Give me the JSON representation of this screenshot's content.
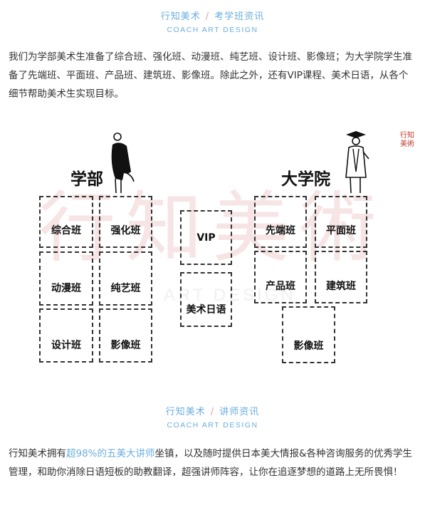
{
  "section1": {
    "brand": "行知美术",
    "separator": "/",
    "title": "考学班资讯",
    "subtitle": "COACH ART DESIGN"
  },
  "intro": "我们为学部美术生准备了综合班、强化班、动漫班、纯艺班、设计班、影像班；为大学院学生准备了先端班、平面班、产品班、建筑班、影像班。除此之外，还有VIP课程、美术日语，从各个细节帮助美术生实现目标。",
  "diagram": {
    "watermark": "行知美術",
    "watermark_en": "ART DESIGN",
    "corner_logo_line1": "行知",
    "corner_logo_line2": "美術",
    "left_group": {
      "label": "学部",
      "classes": [
        "综合班",
        "强化班",
        "动漫班",
        "纯艺班",
        "设计班",
        "影像班"
      ]
    },
    "middle_group": {
      "classes": [
        "VIP",
        "美术日语"
      ]
    },
    "right_group": {
      "label": "大学院",
      "classes": [
        "先端班",
        "平面班",
        "产品班",
        "建筑班",
        "影像班"
      ]
    }
  },
  "section2": {
    "brand": "行知美术",
    "separator": "/",
    "title": "讲师资讯",
    "subtitle": "COACH ART DESIGN"
  },
  "teachers": {
    "part1": "行知美术拥有",
    "highlight": "超98%的五美大讲师",
    "part2": "坐镇，以及随时提供日本美大情报&各种咨询服务的优秀学生管理，和助你消除日语短板的助教翻译，超强讲师阵容，让你在追逐梦想的道路上无所畏惧！"
  }
}
